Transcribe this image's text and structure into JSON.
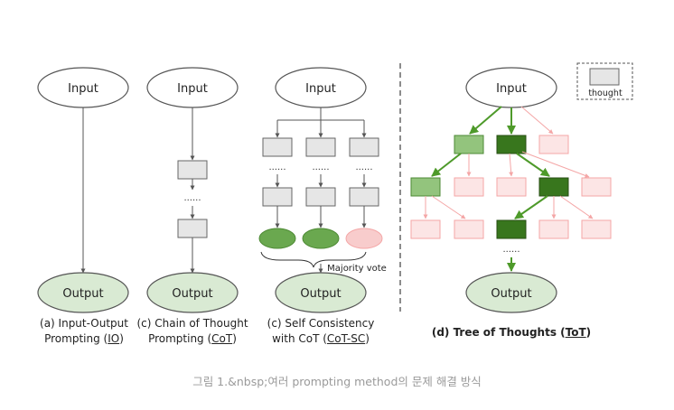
{
  "nodes": {
    "input": "Input",
    "output": "Output",
    "thought": "thought",
    "majority_vote": "Majority vote",
    "dots": "......"
  },
  "labels": {
    "io": {
      "line1": "(a) Input-Output",
      "line2_pre": "Prompting (",
      "line2_abbr": "IO",
      "line2_post": ")"
    },
    "cot": {
      "line1": "(c) Chain of Thought",
      "line2_pre": "Prompting (",
      "line2_abbr": "CoT",
      "line2_post": ")"
    },
    "cotsc": {
      "line1": "(c) Self Consistency",
      "line2_pre": "with CoT (",
      "line2_abbr": "CoT-SC",
      "line2_post": ")"
    },
    "tot": {
      "pre": "(d) Tree of Thoughts (",
      "abbr": "ToT",
      "post": ")"
    }
  },
  "caption": "그림 1.&nbsp;여러 prompting method의 문제 해결 방식",
  "colors": {
    "ellipse_fill": "#d9ead3",
    "ellipse_stroke": "#555555",
    "box_fill": "#e6e6e6",
    "box_stroke": "#666666",
    "light_green": "#93c47d",
    "dark_green": "#38761d",
    "pink_fill": "#fce5e5",
    "pink_stroke": "#f4a6a6",
    "green_arrow": "#4e9a2a"
  }
}
